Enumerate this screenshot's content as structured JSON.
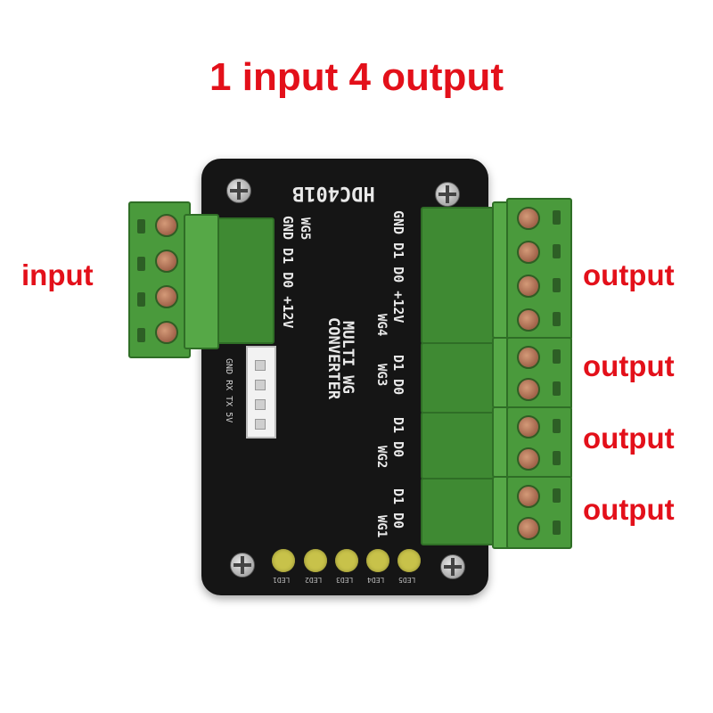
{
  "title": "1 input 4 output",
  "labels": {
    "input": "input",
    "outputs": [
      "output",
      "output",
      "output",
      "output"
    ]
  },
  "board": {
    "model": "HDC401B",
    "name_line1": "MULTI WG",
    "name_line2": "CONVERTER",
    "wg5": "WG5",
    "wg5_pins": "GND D1 D0 +12V",
    "wg4": "WG4",
    "wg4_pins": "GND D1 D0 +12V",
    "wg3": "WG3",
    "wg3_pins": "D1 D0",
    "wg2": "WG2",
    "wg2_pins": "D1 D0",
    "wg1": "WG1",
    "wg1_pins": "D1 D0",
    "serial_pins": "GND RX TX 5V",
    "leds": [
      "LED1",
      "LED2",
      "LED3",
      "LED4",
      "LED5"
    ]
  },
  "colors": {
    "label_red": "#e3101a",
    "board_black": "#151515",
    "terminal_green": "#4a9a3c"
  }
}
